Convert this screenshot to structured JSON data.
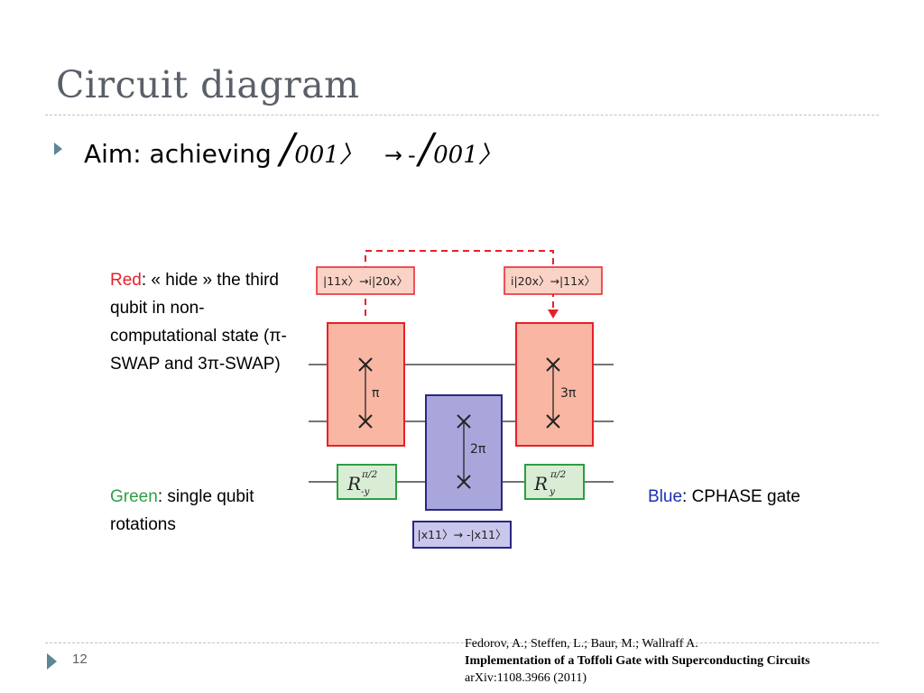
{
  "slide": {
    "title": "Circuit diagram",
    "page_number": "12"
  },
  "aim": {
    "label": "Aim: achieving",
    "bar1": "/",
    "ket1": "001〉",
    "arrow": "→",
    "minus": "-",
    "bar2": "/",
    "ket2": "001〉"
  },
  "notes": {
    "red_word": "Red",
    "red_rest": ": « hide » the third  qubit in non-computational state (π-SWAP and 3π-SWAP)",
    "green_word": "Green",
    "green_rest": ": single qubit rotations",
    "blue_word": "Blue",
    "blue_rest": ": CPHASE gate"
  },
  "diagram": {
    "red_left_label": "|11x〉→i|20x〉",
    "red_right_label": "i|20x〉→|11x〉",
    "swap_left_angle": "π",
    "swap_right_angle": "3π",
    "cphase_angle": "2π",
    "cphase_label": "|x11〉→ -|x11〉",
    "rot_left_base": "R",
    "rot_left_sup": "π/2",
    "rot_left_sub": "-y",
    "rot_right_base": "R",
    "rot_right_sup": "π/2",
    "rot_right_sub": "y"
  },
  "reference": {
    "authors": "Fedorov, A.; Steffen, L.; Baur, M.; Wallraff A.",
    "title": "Implementation of a Toffoli Gate with Superconducting Circuits",
    "id": "arXiv:1108.3966 (2011)"
  },
  "colors": {
    "red": "#e8202a",
    "red_fill": "#f8b6a3",
    "blue": "#2a2785",
    "blue_fill": "#a9a6dc",
    "green": "#2d9e43",
    "green_fill": "#d9edd5",
    "accent": "#5b8796"
  }
}
